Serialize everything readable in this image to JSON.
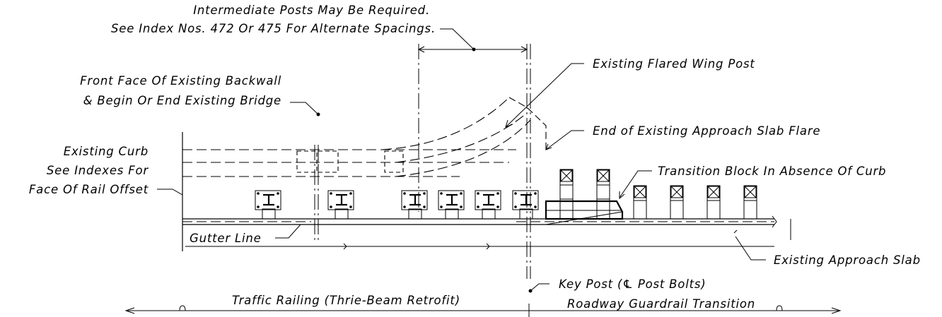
{
  "labels": {
    "intermediate_line1": "Intermediate Posts May Be Required.",
    "intermediate_line2": "See Index Nos. 472 Or 475 For Alternate Spacings.",
    "backwall_line1": "Front Face Of Existing Backwall",
    "backwall_line2": "& Begin Or End Existing Bridge",
    "curb_line1": "Existing Curb",
    "curb_line2": "See Indexes For",
    "curb_line3": "Face Of Rail Offset",
    "flared_wing_post": "Existing Flared Wing Post",
    "end_approach_slab_flare": "End of Existing Approach Slab Flare",
    "transition_block": "Transition Block In Absence Of Curb",
    "gutter_line": "Gutter Line",
    "existing_approach_slab": "Existing Approach Slab",
    "key_post": "Key Post (℄ Post Bolts)",
    "traffic_railing": "Traffic Railing (Thrie-Beam Retrofit)",
    "roadway_transition": "Roadway Guardrail Transition"
  }
}
